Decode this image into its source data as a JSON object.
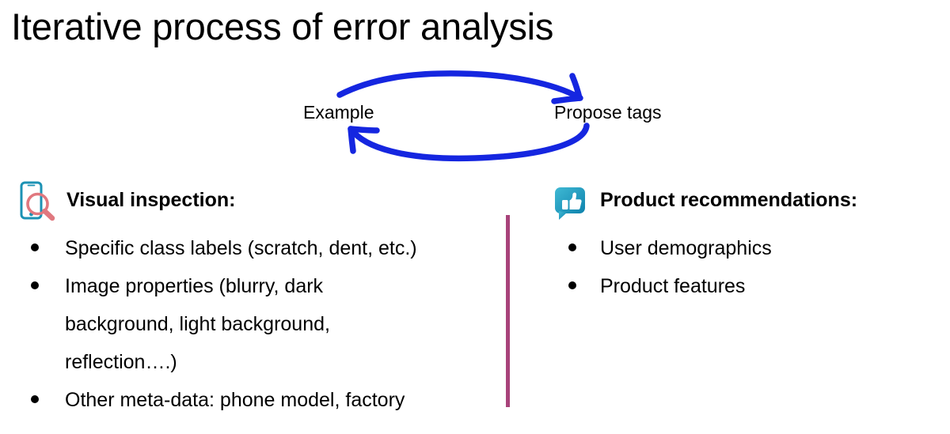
{
  "slide": {
    "title": "Iterative process of error analysis",
    "background_color": "#ffffff",
    "text_color": "#000000"
  },
  "cycle": {
    "arrow_color": "#1526e0",
    "nodes": [
      {
        "id": "example",
        "label": "Example"
      },
      {
        "id": "propose-tags",
        "label": "Propose tags"
      }
    ],
    "arrows": [
      {
        "id": "top-arrow",
        "from": "Example",
        "to": "Propose tags",
        "direction": "clockwise-top"
      },
      {
        "id": "bottom-arrow",
        "from": "Propose tags",
        "to": "Example",
        "direction": "clockwise-bottom"
      }
    ]
  },
  "columns": {
    "left": {
      "icon_name": "phone-magnifier-icon",
      "icon_colors": {
        "phone": "#1c92b4",
        "magnifier": "#e0787f"
      },
      "title": "Visual inspection:",
      "bullets": [
        {
          "text": "Specific class labels (scratch, dent, etc.)",
          "continuations": []
        },
        {
          "text": "Image properties (blurry, dark",
          "continuations": [
            "background, light background,",
            "reflection….)"
          ]
        },
        {
          "text": "Other meta-data: phone model, factory",
          "continuations": []
        }
      ]
    },
    "right": {
      "icon_name": "thumbs-up-speech-bubble-icon",
      "icon_colors": {
        "bubble": "#1e9cc0",
        "thumb": "#ffffff"
      },
      "title": "Product recommendations:",
      "bullets": [
        {
          "text": "User demographics",
          "continuations": []
        },
        {
          "text": "Product features",
          "continuations": []
        }
      ]
    }
  },
  "divider": {
    "color": "#a8437a"
  }
}
